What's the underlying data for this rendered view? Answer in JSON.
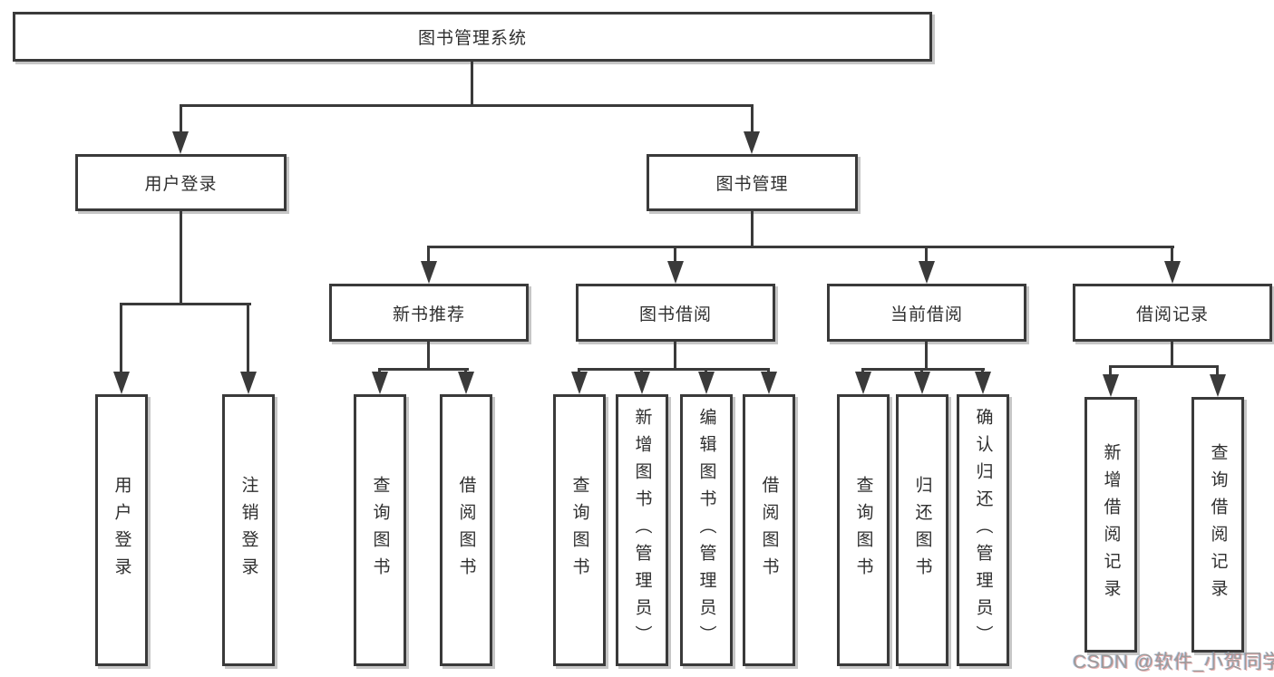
{
  "diagram": {
    "title_node": "图书管理系统",
    "level2": {
      "user_login": "用户登录",
      "book_mgmt": "图书管理"
    },
    "level3": {
      "new_books": "新书推荐",
      "book_borrow": "图书借阅",
      "current_borrow": "当前借阅",
      "borrow_records": "借阅记录"
    },
    "leaves": {
      "user_login": [
        "用户登录",
        "注销登录"
      ],
      "new_books": [
        "查询图书",
        "借阅图书"
      ],
      "book_borrow": [
        "查询图书",
        "新增图书（管理员）",
        "编辑图书（管理员）",
        "借阅图书"
      ],
      "current_borrow": [
        "查询图书",
        "归还图书",
        "确认归还（管理员）"
      ],
      "borrow_records": [
        "新增借阅记录",
        "查询借阅记录"
      ]
    }
  },
  "watermark": "CSDN @软件_小贺同学",
  "colors": {
    "line": "#3a3a3a",
    "box_border": "#3a3a3a",
    "box_fill": "#ffffff",
    "text": "#2f2f2f",
    "shadow": "#c6c6c6",
    "watermark_gray": "#9b9b9b",
    "background": "#ffffff"
  }
}
